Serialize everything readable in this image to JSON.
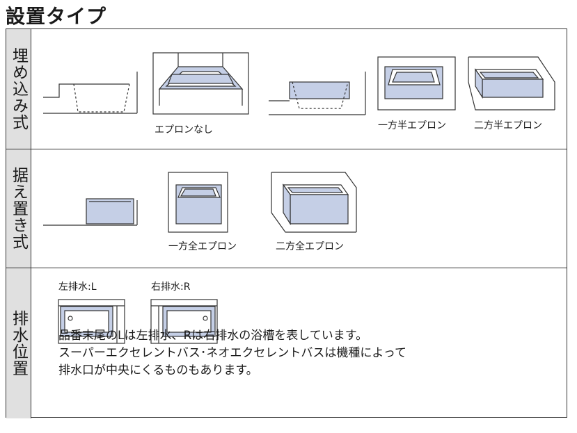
{
  "title": "設置タイプ",
  "sections": [
    {
      "label": "埋め込み式",
      "captions": [
        "エプロンなし",
        "一方半エプロン",
        "二方半エプロン"
      ]
    },
    {
      "label": "据え置き式",
      "captions": [
        "一方全エプロン",
        "二方全エプロン"
      ]
    },
    {
      "label": "排水位置",
      "captions": [
        "左排水:L",
        "右排水:R"
      ]
    }
  ],
  "note": {
    "line1": "品番末尾のLは左排水、Rは右排水の浴槽を表しています。",
    "line2": "スーパーエクセレントバス･ネオエクセレントバスは機種によって",
    "line3": "排水口が中央にくるものもあります。"
  },
  "colors": {
    "tub": "#c5cfe6",
    "header_bg": "#e0e0e0",
    "line": "#333333"
  }
}
